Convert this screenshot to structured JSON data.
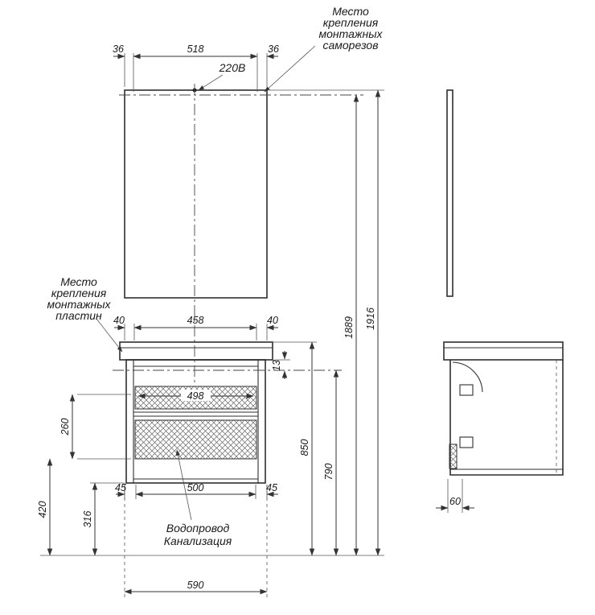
{
  "drawing": {
    "notes": {
      "screws_l1": "Место",
      "screws_l2": "крепления",
      "screws_l3": "монтажных",
      "screws_l4": "саморезов",
      "plates_l1": "Место",
      "plates_l2": "крепления",
      "plates_l3": "монтажных",
      "plates_l4": "пластин",
      "power": "220В",
      "water": "Водопровод",
      "sewer": "Канализация"
    },
    "dims": {
      "top_off_l": "36",
      "top_span": "518",
      "top_off_r": "36",
      "plate_off_l": "40",
      "plate_span": "458",
      "plate_off_r": "40",
      "drawer_front": "498",
      "top_gap": "13",
      "drawer_pitch": "260",
      "cab_height": "850",
      "plate_height": "790",
      "screw_height": "1889",
      "total_height": "1916",
      "pipe_off_l": "45",
      "pipe_span": "500",
      "pipe_off_r": "45",
      "water_height": "420",
      "sewer_height": "316",
      "cab_width": "590",
      "side_depth": "60"
    },
    "colors": {
      "line": "#2e2e2e",
      "dim": "#333333",
      "background": "#ffffff"
    }
  }
}
